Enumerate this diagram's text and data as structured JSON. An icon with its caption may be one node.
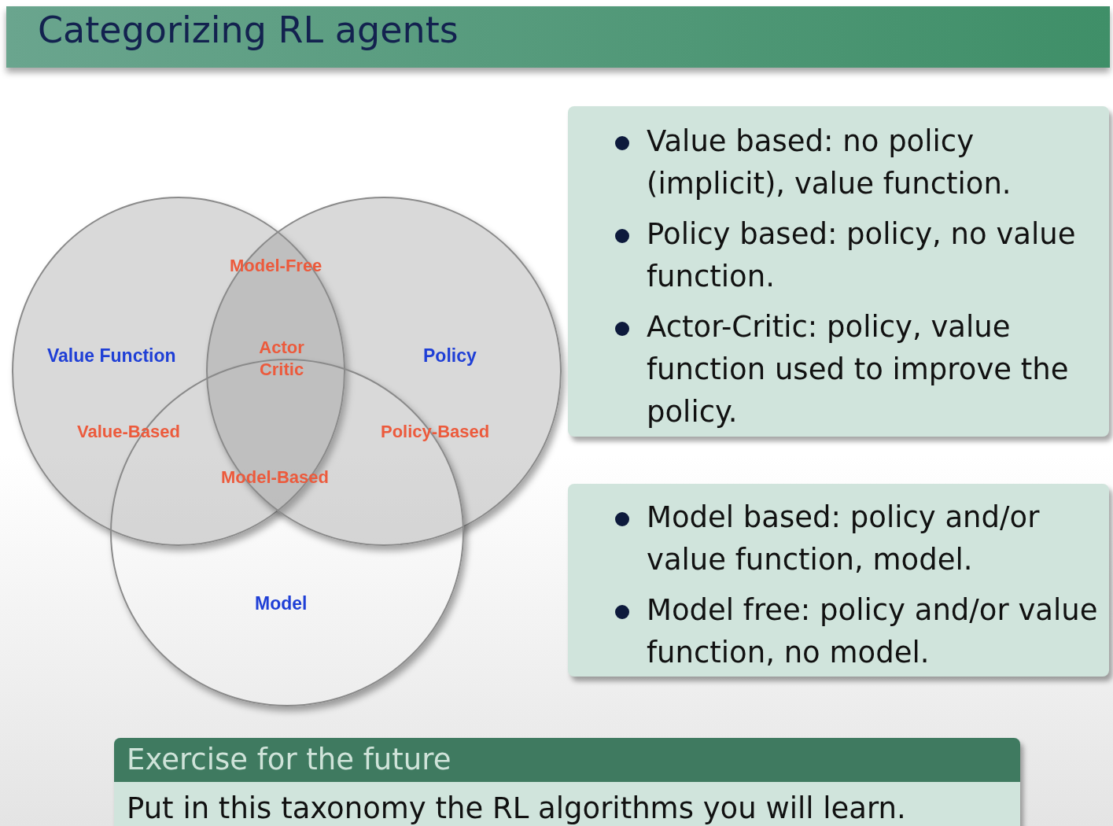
{
  "diagram": {
    "title": "Categorizing RL agents",
    "nodes": [
      {
        "text": [
          "Value Function"
        ]
      },
      {
        "text": [
          "Policy"
        ]
      },
      {
        "text": [
          "Model"
        ]
      },
      {
        "text": [
          "Value based: no policy (implicit), value function.",
          "Policy based: policy, no value function.",
          "Actor-Critic: policy, value function used to improve the policy."
        ]
      },
      {
        "text": [
          "Model based: policy and/or value function, model.",
          "Model free: policy and/or value function, no model."
        ]
      },
      {
        "text": [
          "Exercise for the future",
          "Put in this taxonomy the RL algorithms you will learn."
        ]
      }
    ],
    "labels": [
      "Model-Free",
      "Actor Critic",
      "Value-Based",
      "Policy-Based",
      "Model-Based"
    ]
  }
}
